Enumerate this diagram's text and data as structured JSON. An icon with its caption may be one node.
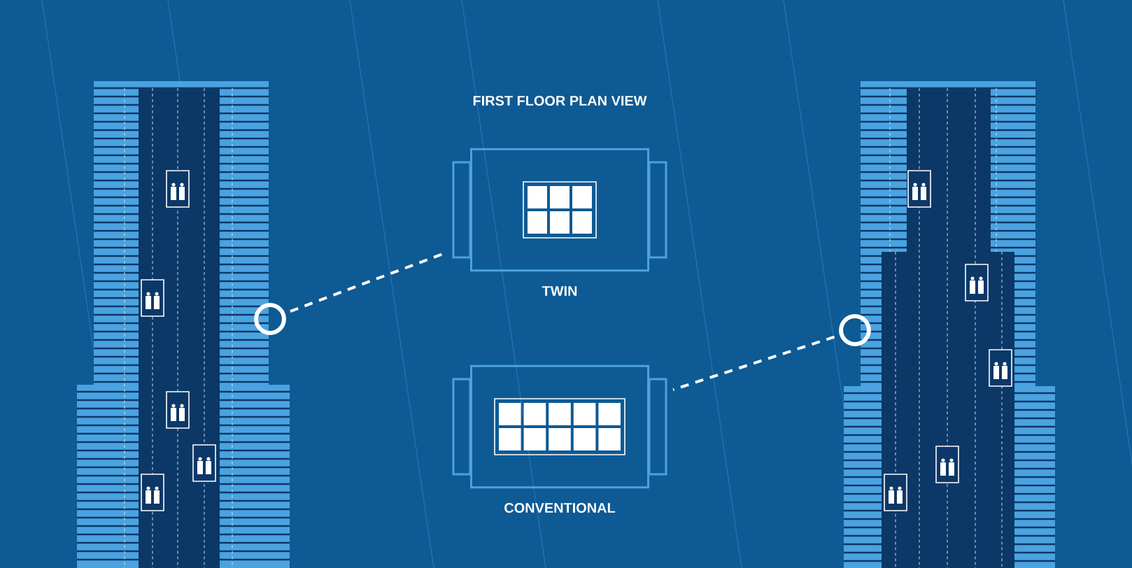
{
  "diagram": {
    "title": "FIRST FLOOR PLAN VIEW",
    "nodes": [
      {
        "text": [],
        "shape": "circle"
      },
      {
        "text": [
          "TWIN"
        ]
      },
      {
        "text": [
          "CONVENTIONAL"
        ]
      },
      {
        "text": [],
        "shape": "circle"
      }
    ],
    "edges": [
      {
        "from": 0,
        "to": 1,
        "arrow": "none",
        "style": "dashed"
      },
      {
        "from": 3,
        "to": 2,
        "arrow": "none",
        "style": "dashed"
      }
    ]
  }
}
